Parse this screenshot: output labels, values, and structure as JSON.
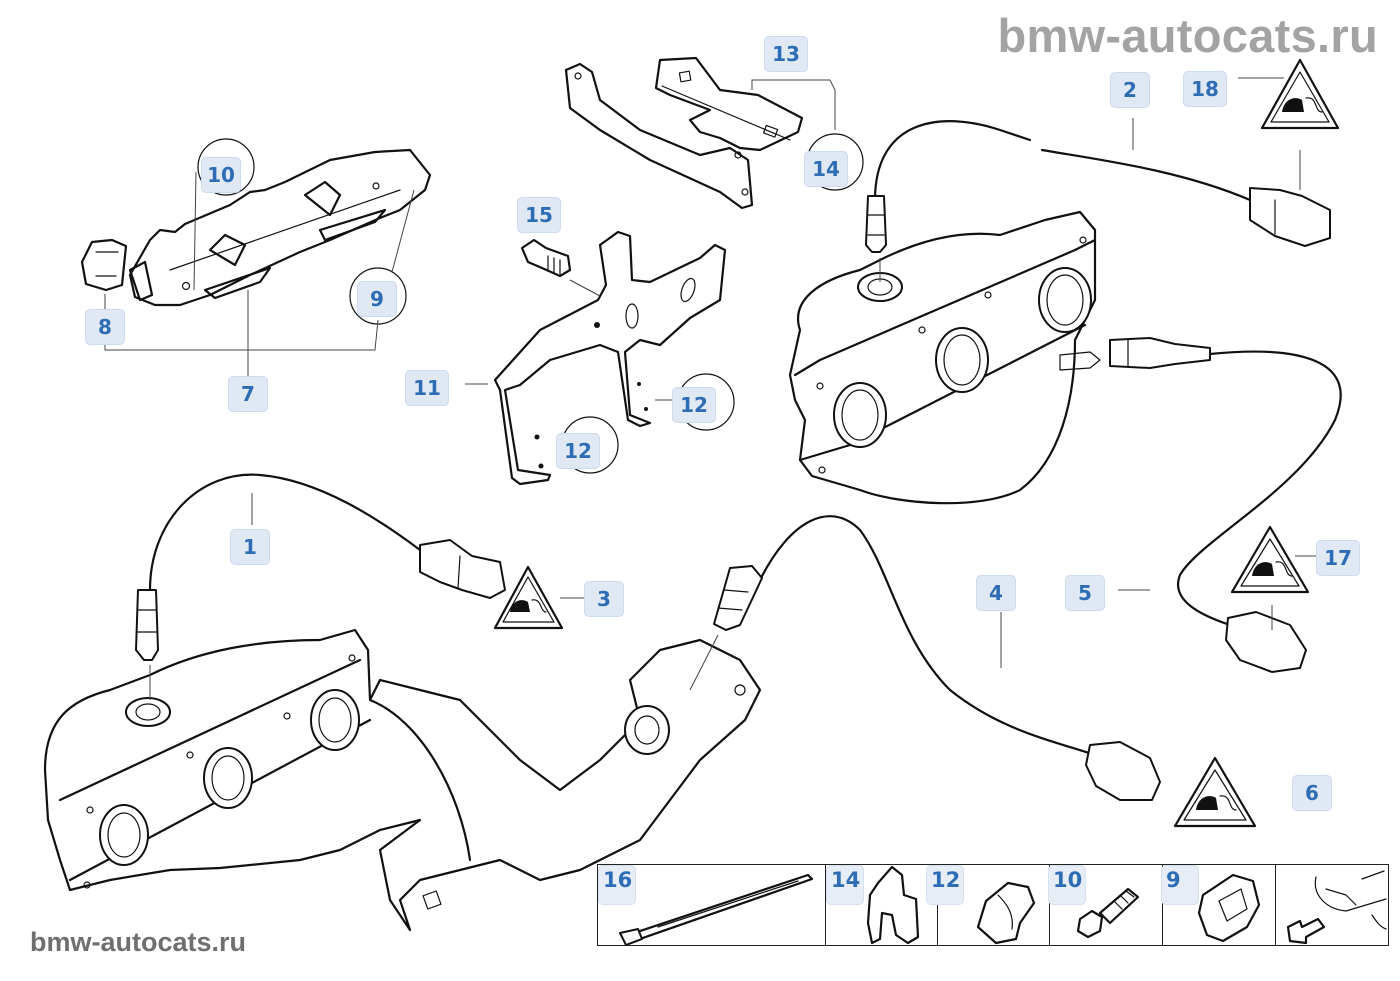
{
  "watermarks": {
    "top": "bmw-autocats.ru",
    "bottom": "bmw-autocats.ru"
  },
  "diagram": {
    "subject": "Exhaust manifold with catalytic converter and lambda oxygen sensors",
    "colors": {
      "badge_bg": "#dfe8f3",
      "badge_text": "#2e6db4",
      "watermark": "#a3a3a3",
      "line": "#111111"
    },
    "parts": [
      {
        "id": "p1",
        "label": "1",
        "name": "Lambda oxygen sensor (left manifold)"
      },
      {
        "id": "p2",
        "label": "2",
        "name": "Lambda oxygen sensor (right manifold)"
      },
      {
        "id": "p3",
        "label": "3",
        "name": "Warning label triangle"
      },
      {
        "id": "p4",
        "label": "4",
        "name": "Lambda oxygen sensor (downstream)"
      },
      {
        "id": "p5",
        "label": "5",
        "name": "Lambda oxygen sensor (side)"
      },
      {
        "id": "p6",
        "label": "6",
        "name": "Warning label triangle"
      },
      {
        "id": "p7",
        "label": "7",
        "name": "Heat shield bracket"
      },
      {
        "id": "p8",
        "label": "8",
        "name": "Clip"
      },
      {
        "id": "p9",
        "label": "9",
        "name": "Clip"
      },
      {
        "id": "p10",
        "label": "10",
        "name": "Screw"
      },
      {
        "id": "p11",
        "label": "11",
        "name": "Holder bracket"
      },
      {
        "id": "p12a",
        "label": "12",
        "name": "Cable clip"
      },
      {
        "id": "p12b",
        "label": "12",
        "name": "Cable clip"
      },
      {
        "id": "p13",
        "label": "13",
        "name": "Sensor cable holder"
      },
      {
        "id": "p14",
        "label": "14",
        "name": "Clip"
      },
      {
        "id": "p15",
        "label": "15",
        "name": "Bolt"
      },
      {
        "id": "p17",
        "label": "17",
        "name": "Warning label triangle"
      },
      {
        "id": "p18",
        "label": "18",
        "name": "Warning label triangle"
      }
    ],
    "strip": [
      {
        "label": "16",
        "name": "Cable tie"
      },
      {
        "label": "14",
        "name": "Clip"
      },
      {
        "label": "12",
        "name": "Cable clip"
      },
      {
        "label": "10",
        "name": "Screw"
      },
      {
        "label": "9",
        "name": "Clip"
      },
      {
        "label": "",
        "name": "Vehicle location reference"
      }
    ]
  }
}
